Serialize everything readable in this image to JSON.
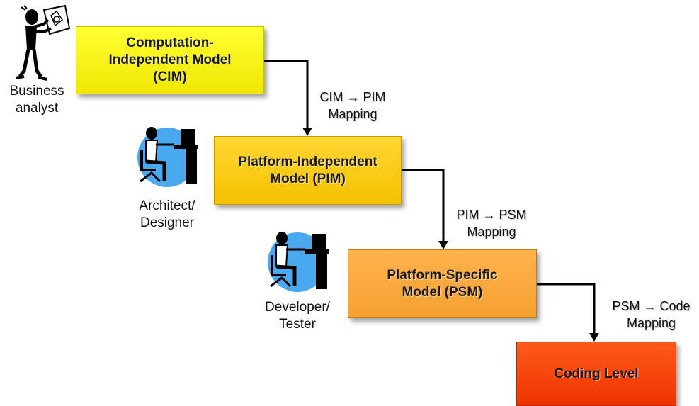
{
  "boxes": {
    "cim": "Computation-\nIndependent Model\n(CIM)",
    "pim": "Platform-Independent\nModel (PIM)",
    "psm": "Platform-Specific\nModel (PSM)",
    "code": "Coding Level"
  },
  "mappings": {
    "cim_pim": "CIM → PIM\nMapping",
    "pim_psm": "PIM → PSM\nMapping",
    "psm_code": "PSM → Code\nMapping"
  },
  "roles": {
    "business": "Business\nanalyst",
    "architect": "Architect/\nDesigner",
    "developer": "Developer/\nTester"
  },
  "colors": {
    "cim": "#ffff33",
    "pim": "#ffd633",
    "psm": "#ffb34d",
    "code": "#ff5a1a",
    "figure_bg": "#4aa8ee"
  },
  "icons": [
    "business-analyst-figure-icon",
    "architect-workstation-icon",
    "developer-workstation-icon"
  ]
}
